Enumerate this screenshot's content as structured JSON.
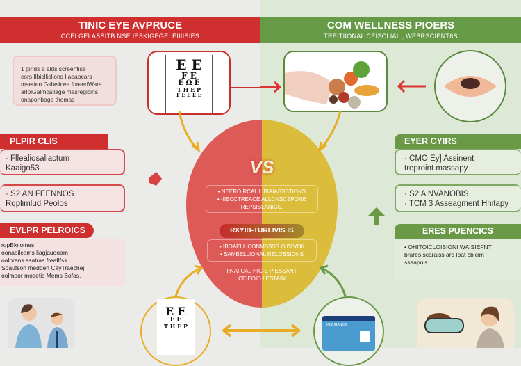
{
  "left": {
    "title": "TINIC EYE AVPRUCE",
    "subtitle": "CCELGELASSITB NSE IESKIGEGEI EIIIISIES",
    "intro_lines": [
      "1 girlds a alds screentise",
      "cors Ilbiclliclions Ilaeapcars",
      "mserien Gshelicea fnreedWars",
      "arlolGalmcallage masregicins",
      "onaponbage thomas"
    ],
    "section1_header": "PLPIR CLIS",
    "section1_items": [
      [
        "· Fllealiosallactum",
        "Kaaigo53"
      ],
      [
        "· S2 AN FEENNOS",
        "Rqplimlud Peolos"
      ]
    ],
    "section2_header": "EVLPR PELROICS",
    "section2_lines": [
      "ropBlolomes",
      "oonaoilcams liagjauooam",
      "oalprens ssatras freaflfss.",
      "Soaufson medden CayTraechej",
      "oolmpor mosetis Mems Bofos."
    ]
  },
  "right": {
    "title": "COM WELLNESS PIOERS",
    "subtitle": "TREITIIONAL CEISCLIAL , WEBRSCIENT6S",
    "section1_header": "EYER CYIRS",
    "section1_items": [
      [
        "· CMO Ey] Assinent",
        "treproint massapy"
      ],
      [
        "· S2 A NVANOBIS",
        "· TCM 3 Asseagment Hhitapy"
      ]
    ],
    "section2_header": "ERES PUENCICS",
    "section2_lines": [
      "• OHITOICLOISIONI WAISIEFNT",
      "brares scaraiss ard loat cbicim",
      "ssaapols."
    ],
    "card_label": "INSURANCE"
  },
  "center": {
    "vs_label": "VS",
    "bullets1": [
      "• NEEROIRCAL LIBIAIASSSTIONS",
      "• -IIECCTREACE ALLCNSCSPONE",
      "REPSISLANICS."
    ],
    "middle_header": "RXYIB-TURLIVIS IS",
    "bullets2": [
      "• IBOAELL CONMBSSS O BLVOII",
      "• SAMBELLIONAL RELOSSIONS"
    ],
    "footer_lines": [
      "IINAI CAL HIG E PIESSANT",
      "CEIEOID LESTAIN"
    ]
  },
  "eye_chart_letters": [
    "E E",
    "F E",
    "E Ω E",
    "T H E P",
    "F E E E E"
  ],
  "colors": {
    "red": "#cf2f2e",
    "green": "#679a47",
    "yellow": "#e2b93a",
    "arrow_yellow": "#e8ad25"
  }
}
